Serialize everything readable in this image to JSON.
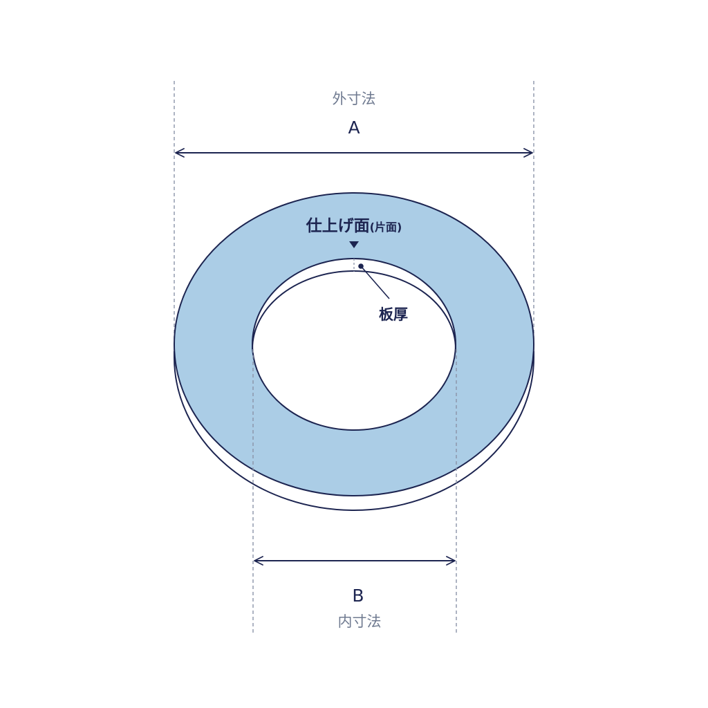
{
  "outer_dimension": {
    "label": "外寸法",
    "letter": "A"
  },
  "inner_dimension": {
    "label": "内寸法",
    "letter": "B"
  },
  "finish_surface": {
    "label": "仕上げ面",
    "note": "(片面)"
  },
  "thickness": {
    "label": "板厚"
  },
  "colors": {
    "face": "#abcde6",
    "outline": "#1c2450",
    "guide": "#8a93a8",
    "label_gray": "#6f7a90"
  }
}
